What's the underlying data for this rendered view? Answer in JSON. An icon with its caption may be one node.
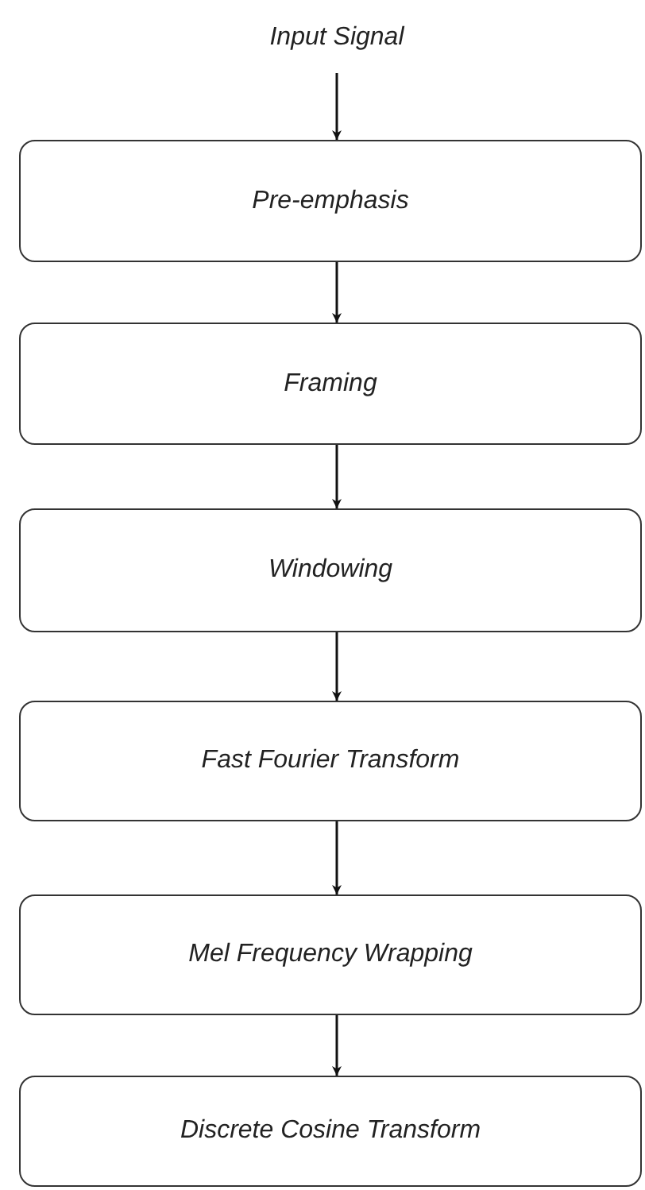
{
  "diagram": {
    "nodes": [
      {
        "text": [
          "Input Signal"
        ]
      },
      {
        "text": [
          "Pre-emphasis"
        ]
      },
      {
        "text": [
          "Framing"
        ]
      },
      {
        "text": [
          "Windowing"
        ]
      },
      {
        "text": [
          "Fast Fourier Transform"
        ]
      },
      {
        "text": [
          "Mel Frequency Wrapping"
        ]
      },
      {
        "text": [
          "Discrete Cosine Transform"
        ]
      }
    ],
    "edges": [
      {
        "from": 0,
        "to": 1,
        "arrow": "to"
      },
      {
        "from": 1,
        "to": 2,
        "arrow": "to"
      },
      {
        "from": 2,
        "to": 3,
        "arrow": "to"
      },
      {
        "from": 3,
        "to": 4,
        "arrow": "to"
      },
      {
        "from": 4,
        "to": 5,
        "arrow": "to"
      },
      {
        "from": 5,
        "to": 6,
        "arrow": "to"
      }
    ]
  }
}
